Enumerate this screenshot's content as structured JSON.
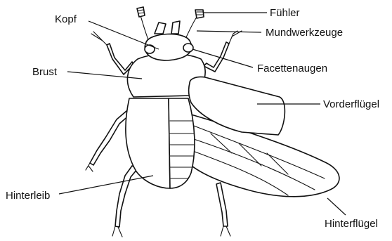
{
  "labels": {
    "kopf": "Kopf",
    "brust": "Brust",
    "hinterleib": "Hinterleib",
    "fuehler": "Fühler",
    "mundwerkzeuge": "Mundwerkzeuge",
    "facettenaugen": "Facettenaugen",
    "vorderfluegel": "Vorderflügel",
    "hinterfluegel": "Hinterflügel"
  },
  "colors": {
    "ink": "#111111",
    "background": "#ffffff"
  }
}
